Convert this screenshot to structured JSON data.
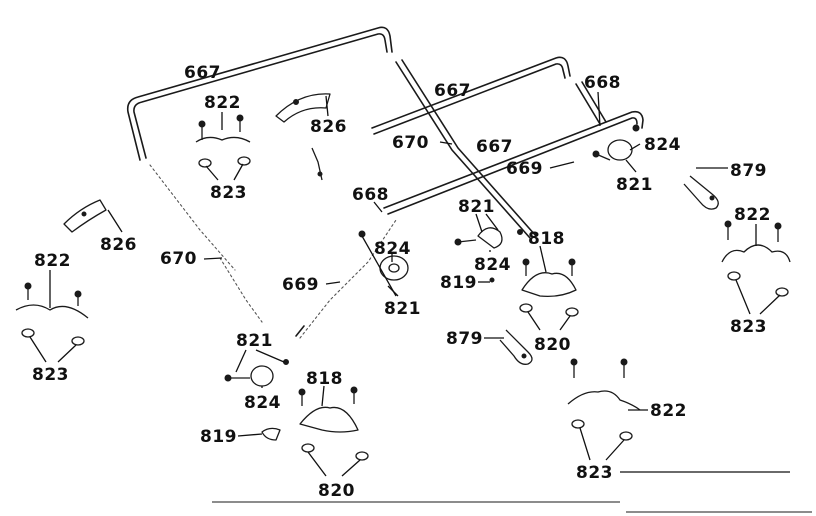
{
  "diagram": {
    "callouts": {
      "c667_top": "667",
      "c667_mid": "667",
      "c667_low": "667",
      "c668_right": "668",
      "c668_left": "668",
      "c670_mid": "670",
      "c670_left": "670",
      "c669_mid": "669",
      "c669_left": "669",
      "c822_top": "822",
      "c822_left": "822",
      "c822_right": "822",
      "c822_bottom": "822",
      "c823_top": "823",
      "c823_left": "823",
      "c823_right": "823",
      "c823_bottom": "823",
      "c826_top": "826",
      "c826_left": "826",
      "c824_right": "824",
      "c824_center_a": "824",
      "c824_center_b": "824",
      "c824_left": "824",
      "c821_right": "821",
      "c821_center_a": "821",
      "c821_center_b": "821",
      "c821_left": "821",
      "c879_right": "879",
      "c879_center": "879",
      "c818_center": "818",
      "c818_left": "818",
      "c819_center": "819",
      "c819_left": "819",
      "c820_center": "820",
      "c820_bottom": "820"
    }
  }
}
